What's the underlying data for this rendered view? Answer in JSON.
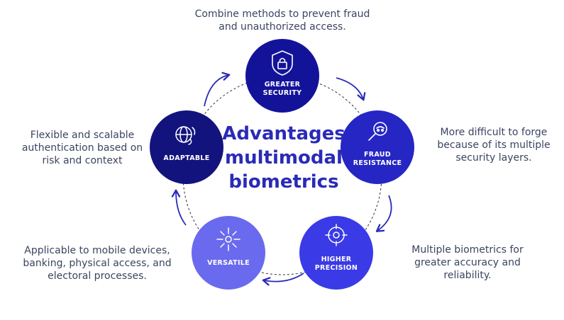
{
  "diagram": {
    "title_lines": [
      "Advantages",
      "multimodal",
      "biometrics"
    ],
    "nodes": [
      {
        "id": "security",
        "label_lines": [
          "GREATER",
          "SECURITY"
        ],
        "icon": "shield-lock-icon",
        "color": "#13139a",
        "description_lines": [
          "Combine methods to prevent fraud",
          "and unauthorized access."
        ]
      },
      {
        "id": "fraud",
        "label_lines": [
          "FRAUD",
          "RESISTANCE"
        ],
        "icon": "magnifier-fraud-icon",
        "color": "#2626c4",
        "description_lines": [
          "More difficult to forge",
          "because of its multiple",
          "security layers."
        ]
      },
      {
        "id": "precision",
        "label_lines": [
          "HIGHER",
          "PRECISION"
        ],
        "icon": "crosshair-target-icon",
        "color": "#3a3ae6",
        "description_lines": [
          "Multiple biometrics for",
          "greater accuracy and",
          "reliability."
        ]
      },
      {
        "id": "versatile",
        "label_lines": [
          "VERSATILE"
        ],
        "icon": "spark-star-icon",
        "color": "#6a6aee",
        "description_lines": [
          "Applicable to mobile devices,",
          "banking, physical access, and",
          "electoral processes."
        ]
      },
      {
        "id": "adaptable",
        "label_lines": [
          "ADAPTABLE"
        ],
        "icon": "globe-adapt-icon",
        "color": "#13137e",
        "description_lines": [
          "Flexible and scalable",
          "authentication based on",
          "risk and context"
        ]
      }
    ]
  }
}
